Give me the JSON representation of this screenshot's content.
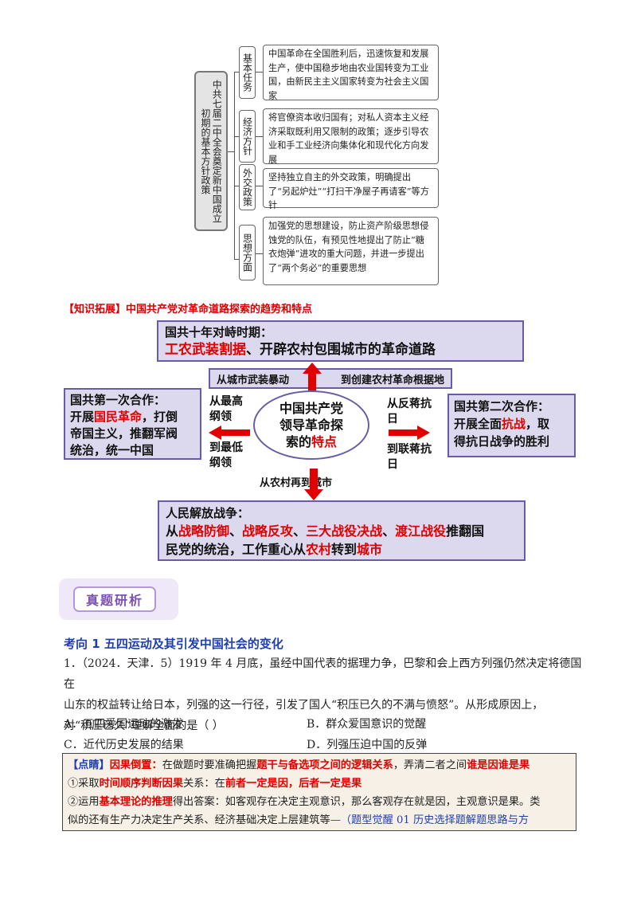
{
  "mindmap": {
    "root": "中共七届二中全会奠定新中国成立初期的基本方针政策",
    "branches": [
      {
        "category": "基本任务",
        "text": "中国革命在全国胜利后，迅速恢复和发展生产，使中国稳步地由农业国转变为工业国，由新民主主义国家转变为社会主义国家"
      },
      {
        "category": "经济方针",
        "text": "将官僚资本收归国有；对私人资本主义经济采取既利用又限制的政策；逐步引导农业和手工业经济向集体化和现代化方向发展"
      },
      {
        "category": "外交政策",
        "text": "坚持独立自主的外交政策，明确提出了“另起炉灶”“打扫干净屋子再请客”等方针"
      },
      {
        "category": "思想方面",
        "text": "加强党的思想建设，防止资产阶级思想侵蚀党的队伍，有预见性地提出了防止“糖衣炮弹”进攻的重大问题，并进一步提出了“两个务必”的重要思想"
      }
    ]
  },
  "expansion": {
    "title": "【知识拓展】中国共产党对革命道路探索的趋势和特点",
    "top": {
      "heading": "国共十年对峙时期：",
      "red": "工农武装割据",
      "rest": "、开辟农村包围城市的革命道路"
    },
    "top_arrow": {
      "left": "从城市武装暴动",
      "right": "到创建农村革命根据地"
    },
    "left": {
      "heading": "国共第一次合作：",
      "l1a": "开展",
      "l1red": "国民革命",
      "l1b": "，打倒",
      "l2": "帝国主义，推翻军阀",
      "l3": "统治，统一中国"
    },
    "left_arrow": {
      "top": "从最高纲领",
      "bottom": "到最低纲领"
    },
    "center": {
      "line1": "中国共产党",
      "line2": "领导革命探",
      "line3a": "索的",
      "line3red": "特点"
    },
    "right_arrow": {
      "top": "从反蒋抗日",
      "bottom": "到联蒋抗日"
    },
    "right": {
      "heading": "国共第二次合作：",
      "l1a": "开展全面",
      "l1red": "抗战",
      "l1b": "，取",
      "l2": "得抗日战争的胜利"
    },
    "bottom_arrow": {
      "label": "从农村再到城市"
    },
    "bottom": {
      "heading": "人民解放战争：",
      "pre": "从",
      "r1": "战略防御",
      "s1": "、",
      "r2": "战略反攻",
      "s2": "、",
      "r3": "三大战役决战",
      "s3": "、",
      "r4": "渡江战役",
      "post": "推翻国",
      "l2a": "民党的统治，工作重心从",
      "l2red1": "农村",
      "l2b": "转到",
      "l2red2": "城市"
    }
  },
  "banner": {
    "label": "真题研析"
  },
  "section": {
    "title": "考向 1   五四运动及其引发中国社会的变化"
  },
  "question": {
    "stem1": "1．（2024．天津．5）1919 年 4 月底，虽经中国代表的据理力争，巴黎和会上西方列强仍然决定将德国在",
    "stem2": "山东的权益转让给日本，列强的这一行径，引发了国人“积压已久的不满与愤怒”。从形成原因上，",
    "stem3": "对“积压已久”理解全面的是（      ）",
    "options": [
      "A．五四爱国运动的激发",
      "B．群众爱国意识的觉醒",
      "C．近代历史发展的结果",
      "D．列强压迫中国的反弹"
    ]
  },
  "note": {
    "tag": "【点睛】",
    "h1": "因果倒置：",
    "t1": "在做题时要准确把握",
    "h2": "题干与备选项之间的逻辑关系",
    "t2": "，弄清二者之间",
    "h3": "谁是因谁是果",
    "p2a": "①采取",
    "p2h": "时间顺序判断因果",
    "p2b": "关系：在",
    "p2h2": "前者一定是因，后者一定是果",
    "p3a": "②运用",
    "p3h": "基本理论的推理",
    "p3b": "得出答案：如客观存在决定主观意识，那么客观存在就是因，主观意识是果。类",
    "p4a": "似的还有生产力决定生产关系、经济基础决定上层建筑等",
    "p4b": "—（题型觉醒 01 历史选择题解题思路与方"
  },
  "colors": {
    "red": "#e00000",
    "blue": "#1f3fb0",
    "purple_box": "#dcd8ee",
    "purple_border": "#6a5aa8",
    "note_bg": "#f6f0e6"
  }
}
